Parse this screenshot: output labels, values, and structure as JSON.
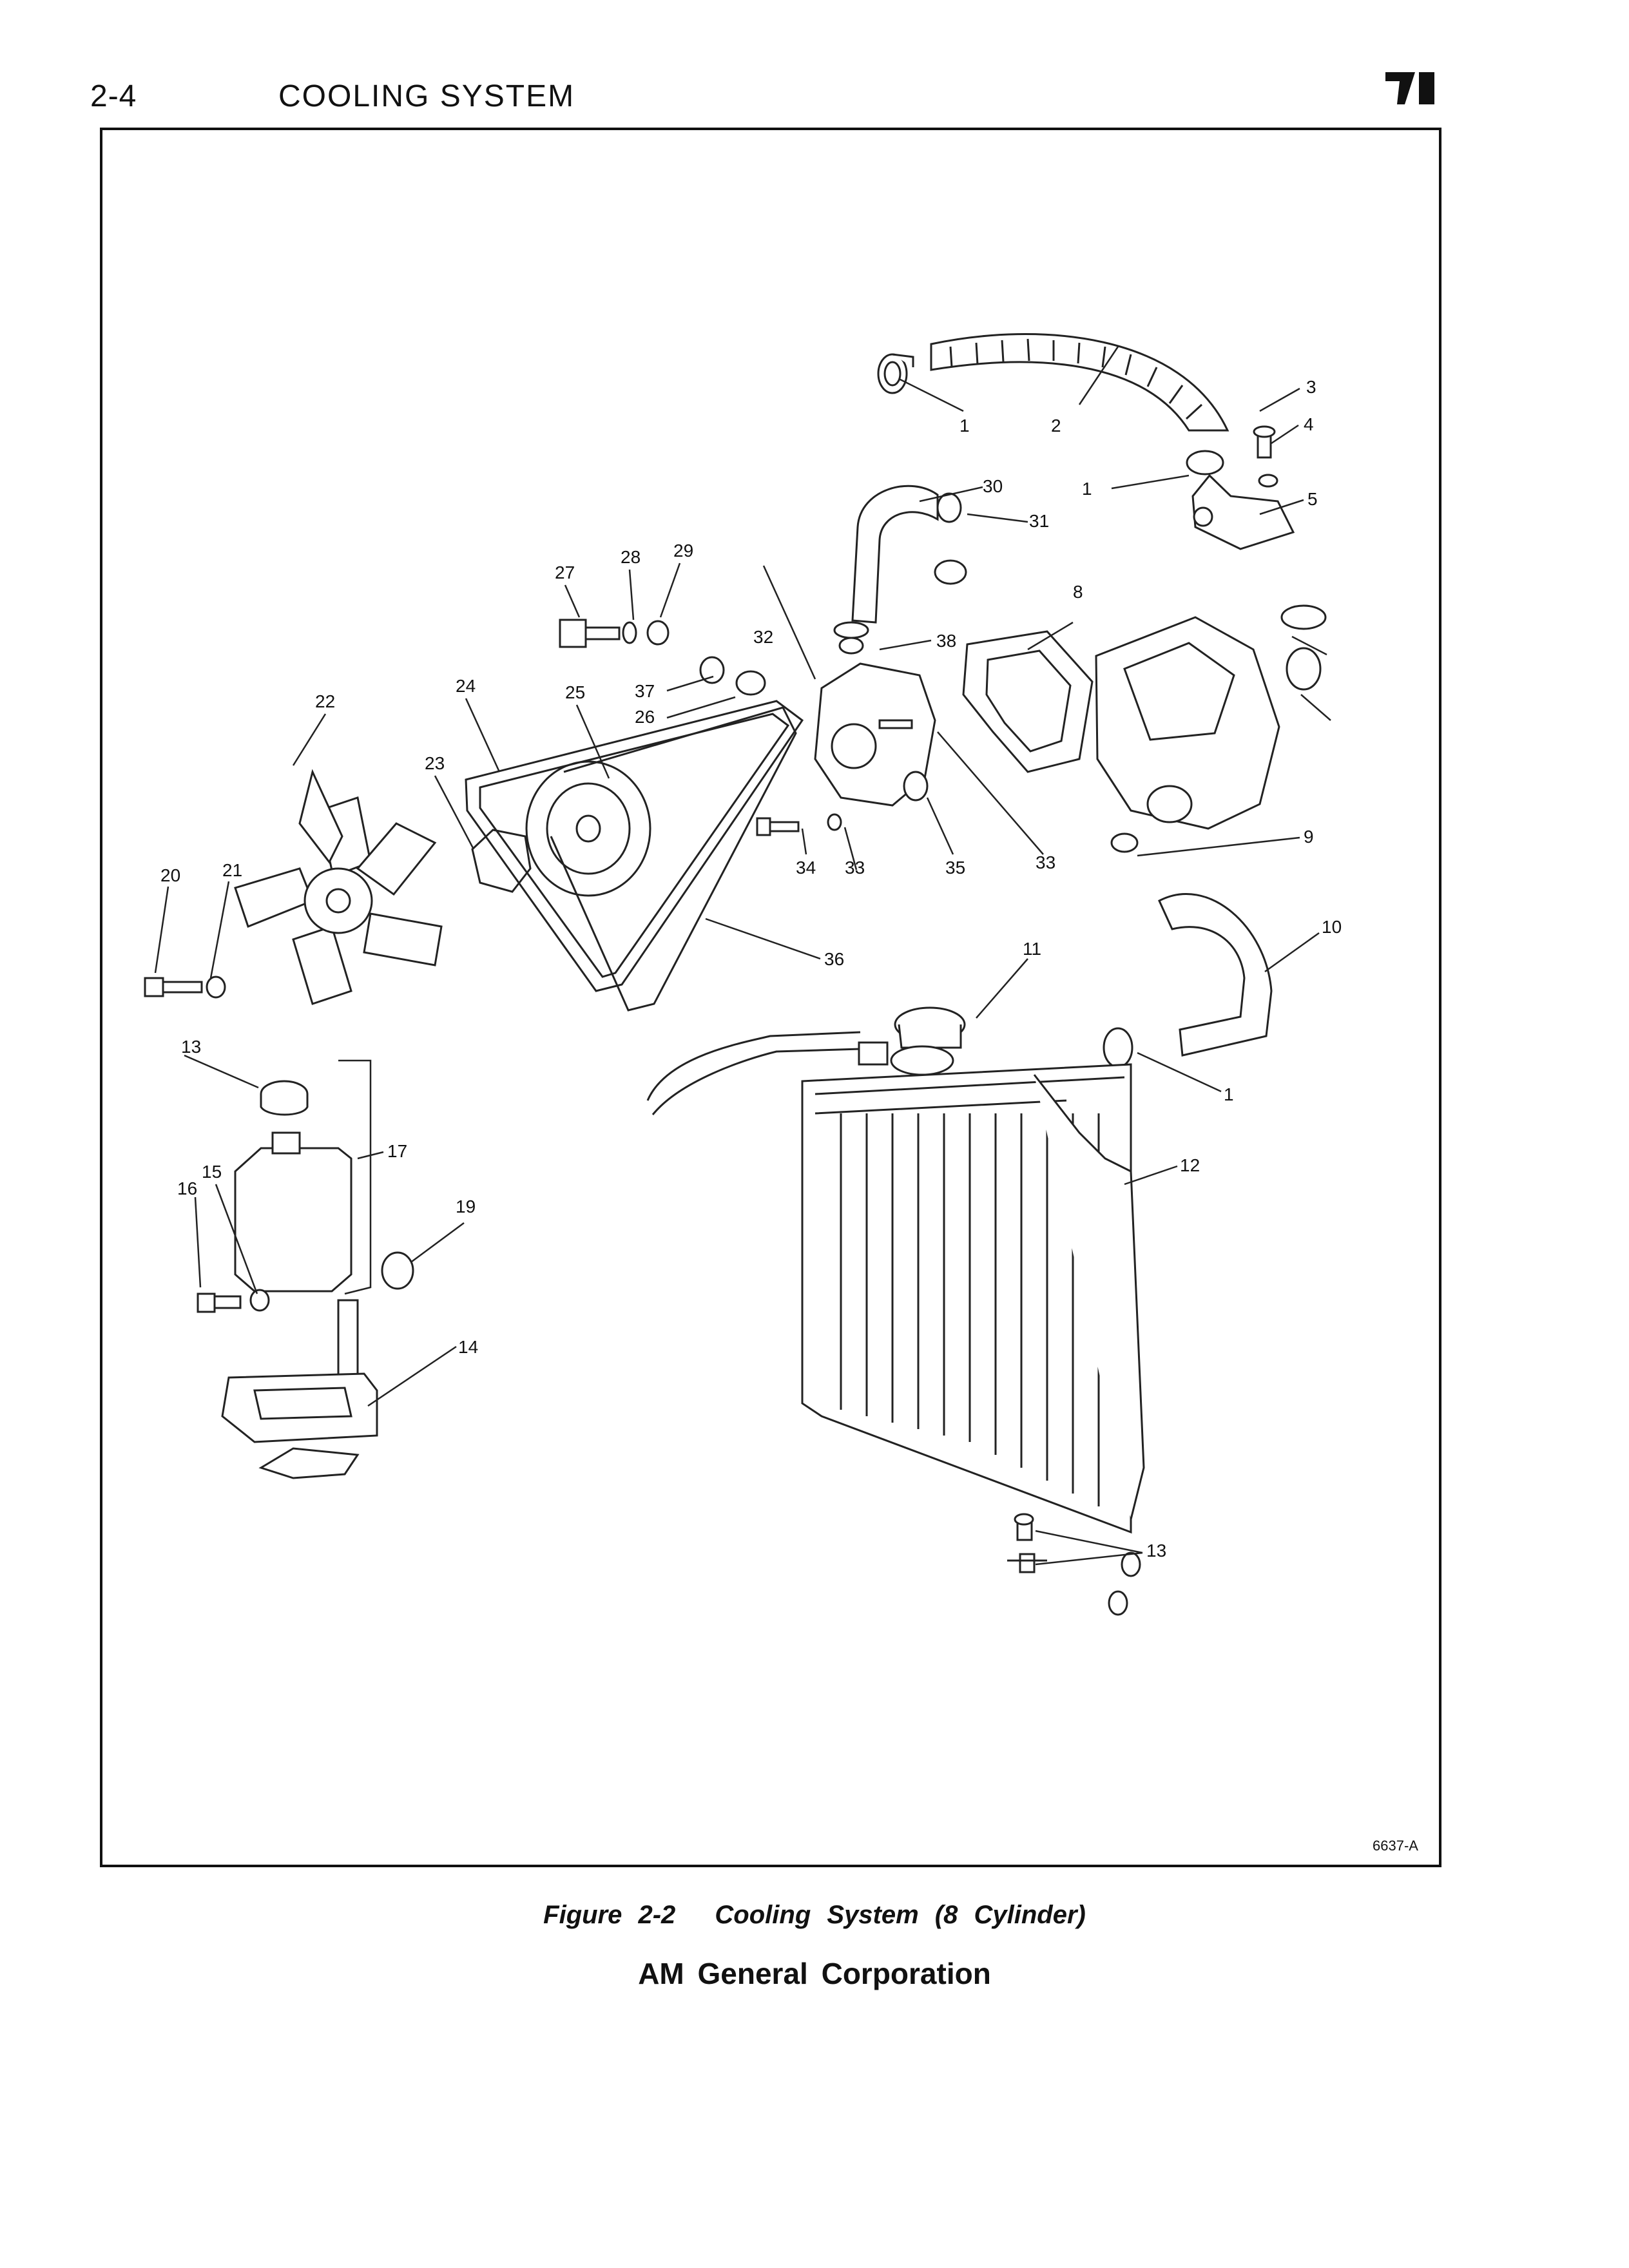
{
  "header": {
    "page_number": "2-4",
    "section_title": "COOLING SYSTEM"
  },
  "figure": {
    "code": "6637-A",
    "callouts": [
      "1",
      "2",
      "3",
      "4",
      "1",
      "5",
      "30",
      "31",
      "8",
      "27",
      "28",
      "29",
      "32",
      "38",
      "37",
      "26",
      "22",
      "24",
      "25",
      "23",
      "20",
      "21",
      "34",
      "33",
      "35",
      "33",
      "9",
      "36",
      "10",
      "11",
      "13",
      "17",
      "1",
      "12",
      "16",
      "15",
      "19",
      "14",
      "13"
    ]
  },
  "caption": {
    "figure_number": "Figure 2-2",
    "figure_title": "Cooling System (8 Cylinder)"
  },
  "footer": {
    "company": "AM General Corporation"
  }
}
